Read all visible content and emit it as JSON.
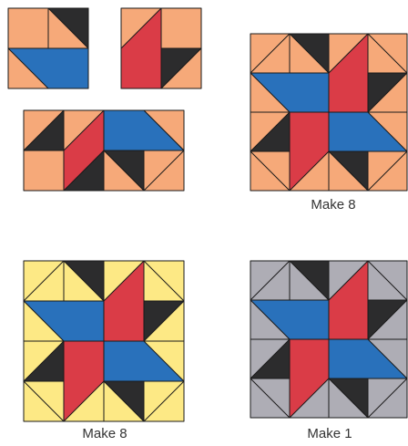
{
  "colors": {
    "orange": "#f6a979",
    "yellow": "#fde985",
    "gray": "#aeadb5",
    "blue": "#2971bb",
    "red": "#da3c47",
    "dark": "#2c2c2d",
    "outline": "#1a1a1a"
  },
  "pattern_pieces": {
    "unit_a": "unit-a-blue-trapezoid",
    "unit_b": "unit-b-red-parallelogram",
    "combined_row": "combined-row-unit"
  },
  "blocks": [
    {
      "id": "orange",
      "background": "orange",
      "caption": "Make 8"
    },
    {
      "id": "yellow",
      "background": "yellow",
      "caption": "Make 8"
    },
    {
      "id": "gray",
      "background": "gray",
      "caption": "Make 1"
    }
  ]
}
